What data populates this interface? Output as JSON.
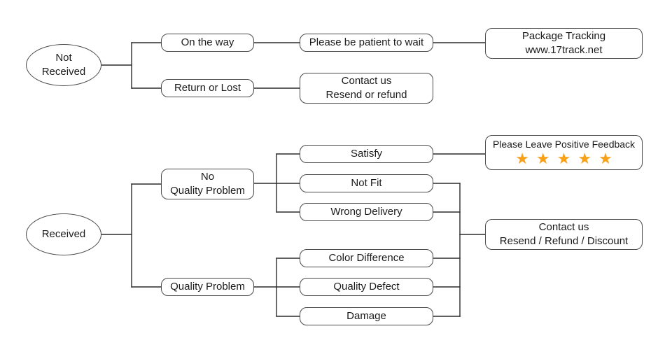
{
  "nodes": {
    "not_received": "Not\nReceived",
    "received": "Received",
    "on_the_way": "On the way",
    "return_or_lost": "Return or Lost",
    "please_be_patient": "Please be patient to wait",
    "package_tracking": "Package Tracking\nwww.17track.net",
    "contact_us_resend_refund": "Contact us\nResend or refund",
    "no_quality_problem": "No\nQuality Problem",
    "quality_problem": "Quality Problem",
    "satisfy": "Satisfy",
    "not_fit": "Not Fit",
    "wrong_delivery": "Wrong Delivery",
    "color_difference": "Color Difference",
    "quality_defect": "Quality Defect",
    "damage": "Damage",
    "positive_feedback_label": "Please Leave Positive Feedback",
    "contact_us_discount": "Contact us\nResend / Refund / Discount"
  },
  "feedback_stars": {
    "count": 5,
    "glyph": "★★★★★"
  },
  "colors": {
    "star": "#F7A11B",
    "box_border": "#4a4a4a",
    "connector": "#2b2b2b",
    "text": "#1a1a1a",
    "background": "#ffffff"
  }
}
